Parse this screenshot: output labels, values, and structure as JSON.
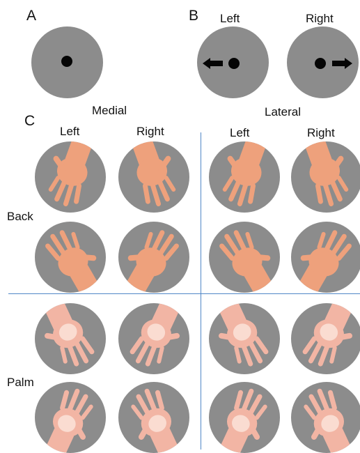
{
  "panels": {
    "a": "A",
    "b": "B",
    "c": "C"
  },
  "panel_b": {
    "left_label": "Left",
    "right_label": "Right"
  },
  "panel_c": {
    "groups": {
      "medial": "Medial",
      "lateral": "Lateral"
    },
    "columns": {
      "medial_left": "Left",
      "medial_right": "Right",
      "lateral_left": "Left",
      "lateral_right": "Right"
    },
    "rows": {
      "back": "Back",
      "palm": "Palm"
    }
  },
  "colors": {
    "disc": "#8c8c8c",
    "fixation": "#050505",
    "divider": "#4f86c6",
    "skin_back": "#eea17c",
    "skin_palm": "#f2b5a4",
    "palm_center": "#fbe3d9"
  },
  "stimuli": [
    {
      "view": "back",
      "side": "medial",
      "hand": "left"
    },
    {
      "view": "back",
      "side": "medial",
      "hand": "right"
    },
    {
      "view": "back",
      "side": "lateral",
      "hand": "left"
    },
    {
      "view": "back",
      "side": "lateral",
      "hand": "right"
    },
    {
      "view": "back",
      "side": "medial",
      "hand": "left"
    },
    {
      "view": "back",
      "side": "medial",
      "hand": "right"
    },
    {
      "view": "back",
      "side": "lateral",
      "hand": "left"
    },
    {
      "view": "back",
      "side": "lateral",
      "hand": "right"
    },
    {
      "view": "palm",
      "side": "medial",
      "hand": "left"
    },
    {
      "view": "palm",
      "side": "medial",
      "hand": "right"
    },
    {
      "view": "palm",
      "side": "lateral",
      "hand": "left"
    },
    {
      "view": "palm",
      "side": "lateral",
      "hand": "right"
    },
    {
      "view": "palm",
      "side": "medial",
      "hand": "left"
    },
    {
      "view": "palm",
      "side": "medial",
      "hand": "right"
    },
    {
      "view": "palm",
      "side": "lateral",
      "hand": "left"
    },
    {
      "view": "palm",
      "side": "lateral",
      "hand": "right"
    }
  ]
}
